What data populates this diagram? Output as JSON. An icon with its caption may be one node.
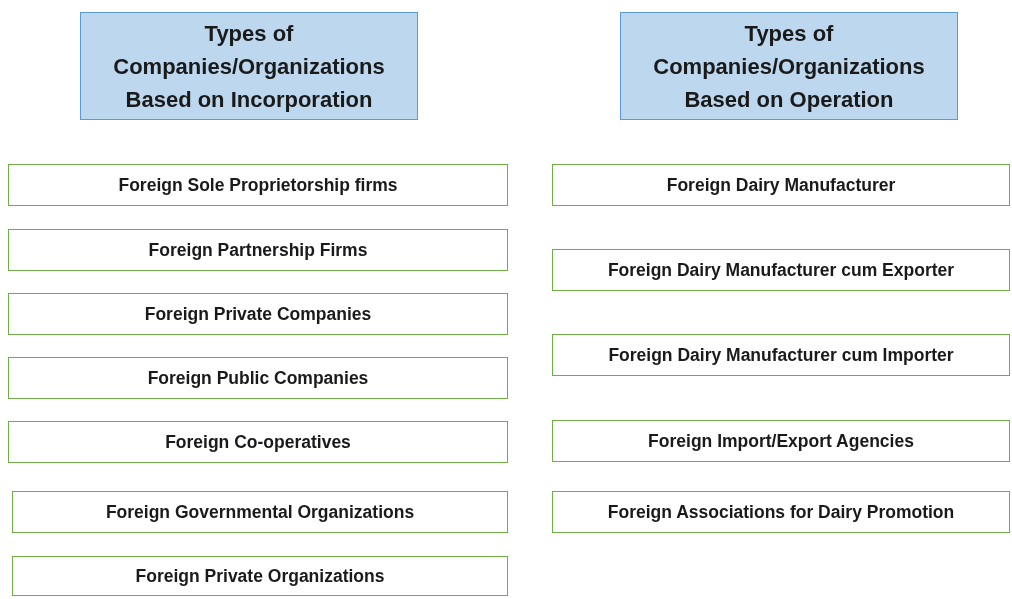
{
  "diagram": {
    "nodes": [
      {
        "text": [
          "Types of Companies/Organizations Based on Incorporation"
        ]
      },
      {
        "text": [
          "Foreign Sole Proprietorship firms"
        ]
      },
      {
        "text": [
          "Foreign Partnership Firms"
        ]
      },
      {
        "text": [
          "Foreign Private Companies"
        ]
      },
      {
        "text": [
          "Foreign Public Companies"
        ]
      },
      {
        "text": [
          "Foreign Co-operatives"
        ]
      },
      {
        "text": [
          "Foreign Governmental Organizations"
        ]
      },
      {
        "text": [
          "Foreign Private Organizations"
        ]
      },
      {
        "text": [
          "Types of Companies/Organizations Based on Operation"
        ]
      },
      {
        "text": [
          "Foreign Dairy Manufacturer"
        ]
      },
      {
        "text": [
          "Foreign Dairy Manufacturer cum Exporter"
        ]
      },
      {
        "text": [
          "Foreign Dairy Manufacturer cum Importer"
        ]
      },
      {
        "text": [
          "Foreign Import/Export Agencies"
        ]
      },
      {
        "text": [
          "Foreign Associations for Dairy Promotion"
        ]
      }
    ]
  }
}
